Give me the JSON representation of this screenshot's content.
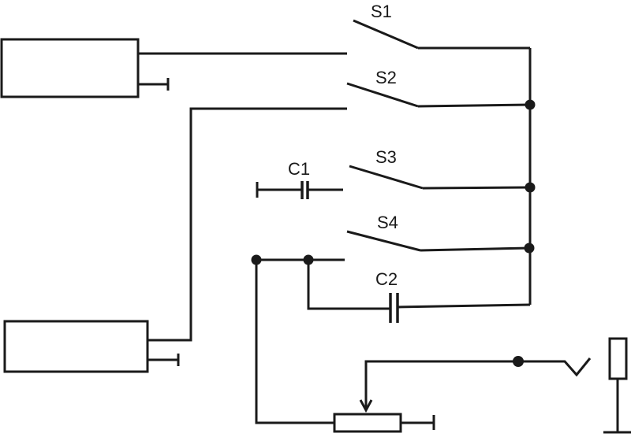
{
  "labels": {
    "s1": "S1",
    "s2": "S2",
    "s3": "S3",
    "s4": "S4",
    "c1": "C1",
    "c2": "C2"
  },
  "colors": {
    "line": "#1a1a1a",
    "background": "#ffffff"
  }
}
